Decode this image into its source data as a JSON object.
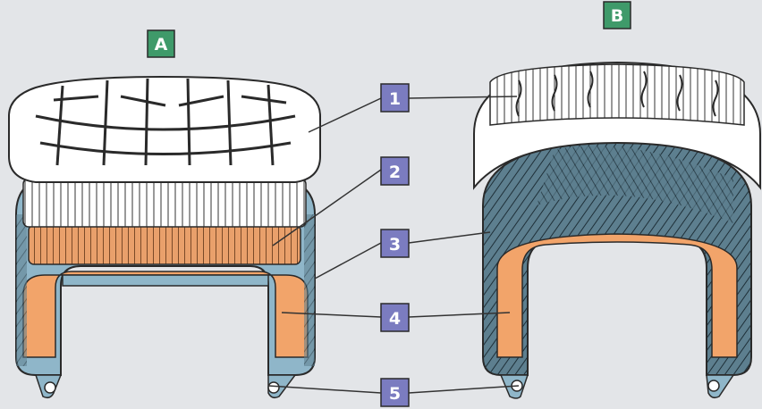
{
  "tires": [
    {
      "id": "A",
      "label": "A"
    },
    {
      "id": "B",
      "label": "B"
    }
  ],
  "callouts": [
    {
      "num": "1"
    },
    {
      "num": "2"
    },
    {
      "num": "3"
    },
    {
      "num": "4"
    },
    {
      "num": "5"
    }
  ],
  "colors": {
    "background": "#e3e5e8",
    "tire_letter_badge": "#3f9a6a",
    "callout_badge": "#7b7cc0",
    "tread": "#ffffff",
    "belt": "#e9a06b",
    "ply": "#8fb6c9",
    "inner_liner": "#f2a46a",
    "outline": "#2a2a2a"
  }
}
